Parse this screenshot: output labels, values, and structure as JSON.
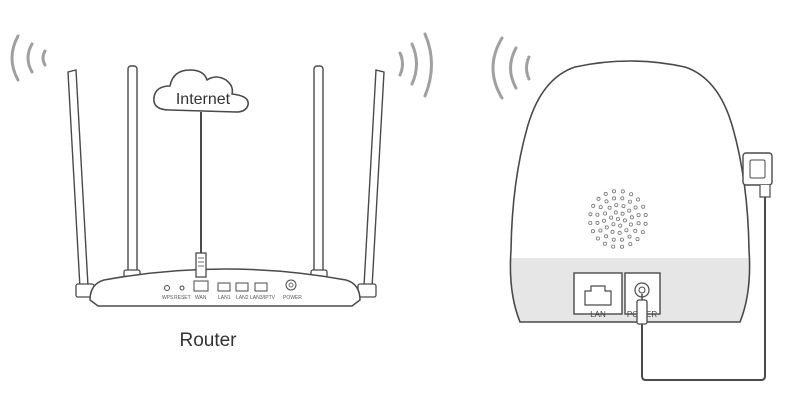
{
  "labels": {
    "cloud": "Internet",
    "router": "Router"
  },
  "router_ports": {
    "wps": "WPS",
    "reset": "RESET",
    "wan": "WAN",
    "lan1": "LAN1",
    "lan2": "LAN2",
    "lan3": "LAN3/IPTV",
    "power": "POWER"
  },
  "camera_ports": {
    "lan": "LAN",
    "power": "POWER"
  },
  "colors": {
    "line": "#4a4a4a",
    "wave": "#a0a0a0",
    "base": "#e6e6e6",
    "fill": "#ffffff"
  }
}
